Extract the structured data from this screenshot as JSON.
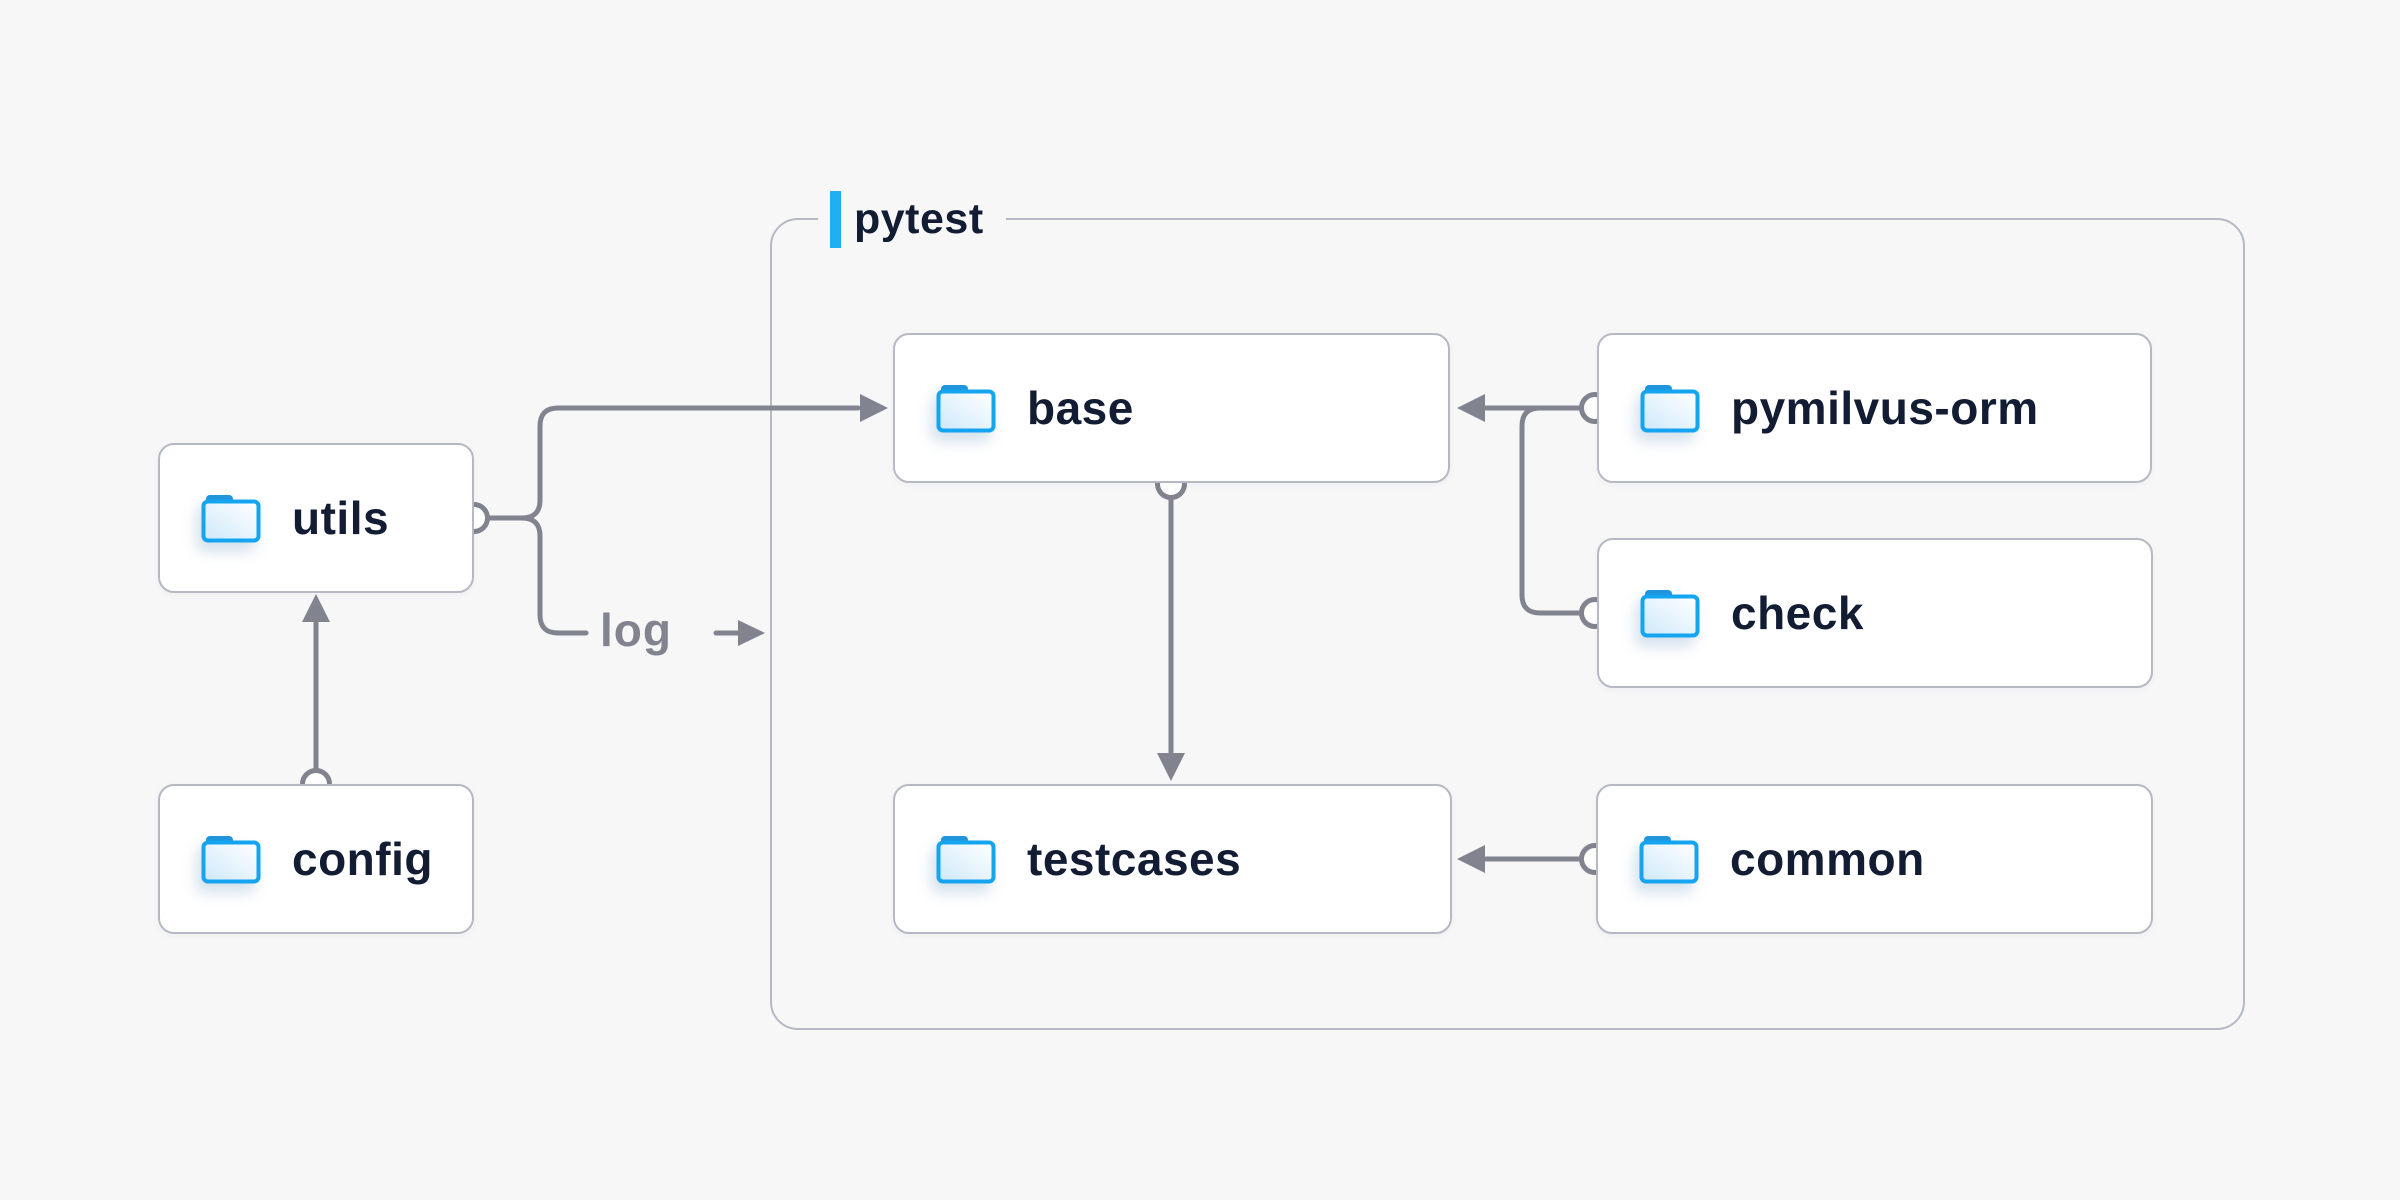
{
  "diagram": {
    "group": {
      "label": "pytest"
    },
    "nodes": {
      "utils": {
        "label": "utils"
      },
      "config": {
        "label": "config"
      },
      "base": {
        "label": "base"
      },
      "testcases": {
        "label": "testcases"
      },
      "pymilvus": {
        "label": "pymilvus-orm"
      },
      "check": {
        "label": "check"
      },
      "common": {
        "label": "common"
      }
    },
    "edge_label": {
      "log": "log"
    },
    "edges": [
      {
        "from": "config",
        "to": "utils"
      },
      {
        "from": "utils",
        "to": "base"
      },
      {
        "from": "utils",
        "to": "log-output",
        "label": "log"
      },
      {
        "from": "base",
        "to": "testcases"
      },
      {
        "from": "pymilvus-orm",
        "to": "base"
      },
      {
        "from": "check",
        "to": "base"
      },
      {
        "from": "common",
        "to": "testcases"
      }
    ],
    "colors": {
      "background": "#f7f7f8",
      "card_fill": "#ffffff",
      "card_border": "#b6b9c3",
      "connector": "#81838f",
      "text_dark": "#121c33",
      "text_gray": "#81838f",
      "accent_blue": "#1fb0f3",
      "folder_stroke": "#14a4f0",
      "folder_tab": "#2095dc"
    }
  }
}
